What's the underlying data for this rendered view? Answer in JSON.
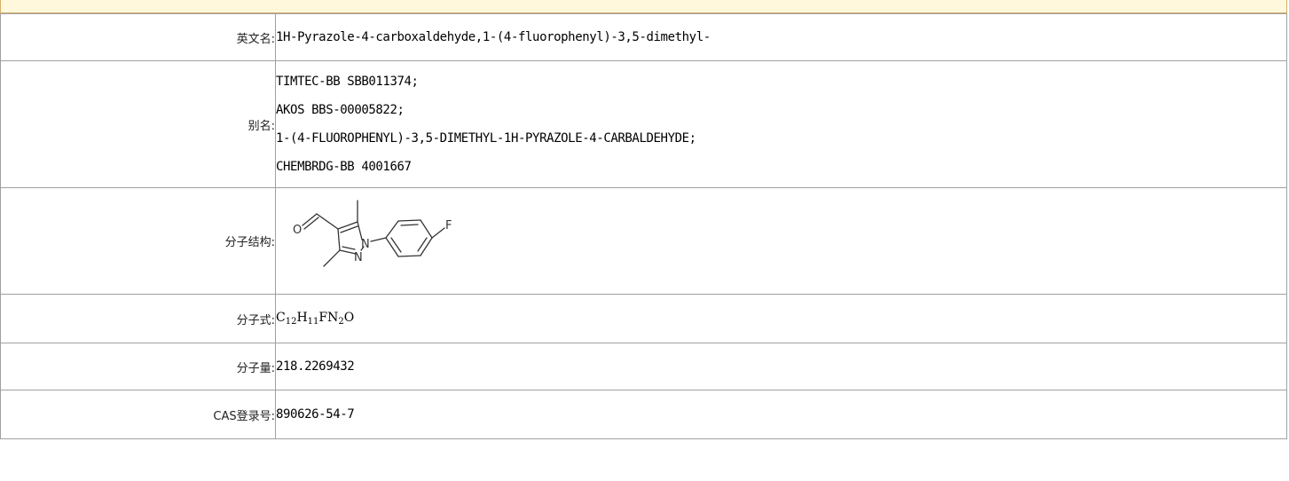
{
  "rows": {
    "english_name": {
      "label": "英文名:",
      "value": "1H-Pyrazole-4-carboxaldehyde,1-(4-fluorophenyl)-3,5-dimethyl-"
    },
    "aliases": {
      "label": "别名:",
      "items": [
        "TIMTEC-BB SBB011374;",
        "AKOS BBS-00005822;",
        "1-(4-FLUOROPHENYL)-3,5-DIMETHYL-1H-PYRAZOLE-4-CARBALDEHYDE;",
        "CHEMBRDG-BB 4001667"
      ]
    },
    "structure": {
      "label": "分子结构:",
      "atoms": {
        "oxygen": "O",
        "nitrogen1": "N",
        "nitrogen2": "N",
        "fluorine": "F"
      }
    },
    "formula": {
      "label": "分子式:",
      "parts": [
        {
          "text": "C",
          "sub": "12"
        },
        {
          "text": "H",
          "sub": "11"
        },
        {
          "text": "FN",
          "sub": "2"
        },
        {
          "text": "O",
          "sub": ""
        }
      ]
    },
    "molecular_weight": {
      "label": "分子量:",
      "value": "218.2269432"
    },
    "cas": {
      "label": "CAS登录号:",
      "value": "890626-54-7"
    }
  },
  "colors": {
    "header_band": "#fff8dc",
    "header_border": "#d4b06a",
    "grid": "#a0a0a0"
  }
}
